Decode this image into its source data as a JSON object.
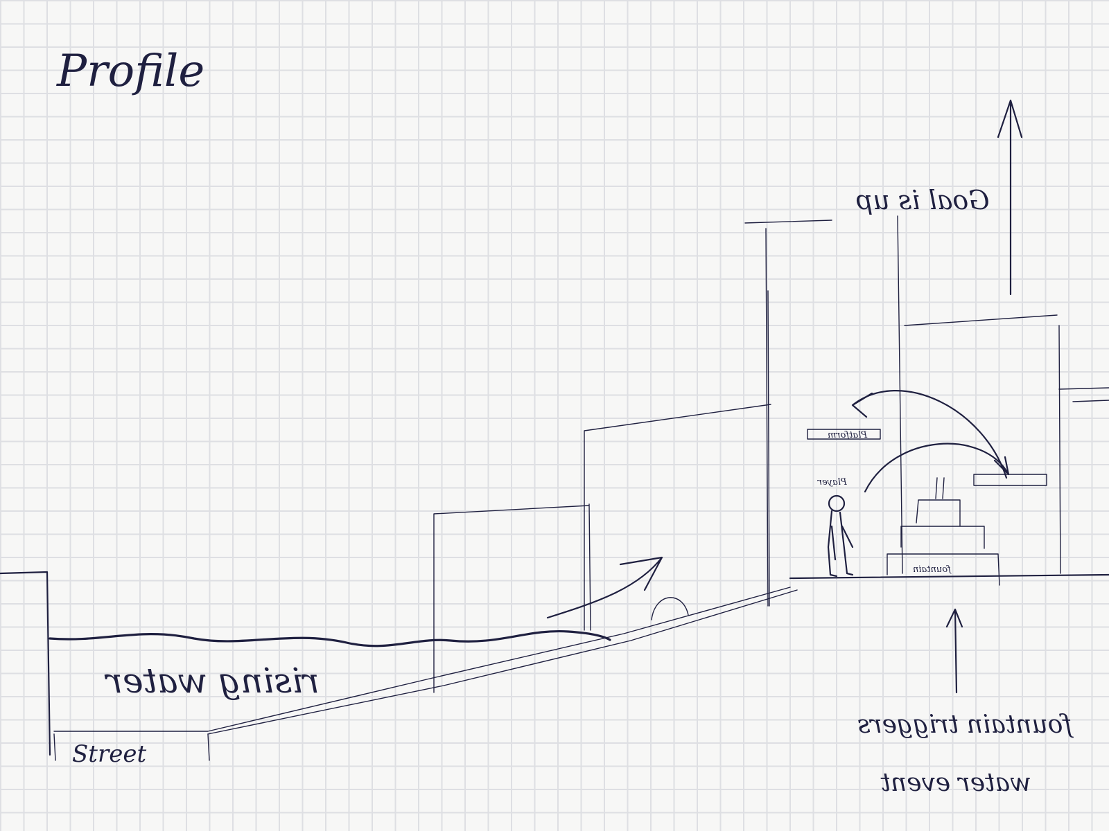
{
  "title": "Profile",
  "labels": {
    "goal": "Goal is up",
    "water": "rising water",
    "street": "Street",
    "platform": "Platform",
    "player": "Player",
    "fountain": "fountain",
    "trigger_line1": "fountain triggers",
    "trigger_line2": "water event"
  },
  "colors": {
    "ink": "#1f2040",
    "grid": "#dedfe3",
    "paper": "#f7f7f6"
  }
}
